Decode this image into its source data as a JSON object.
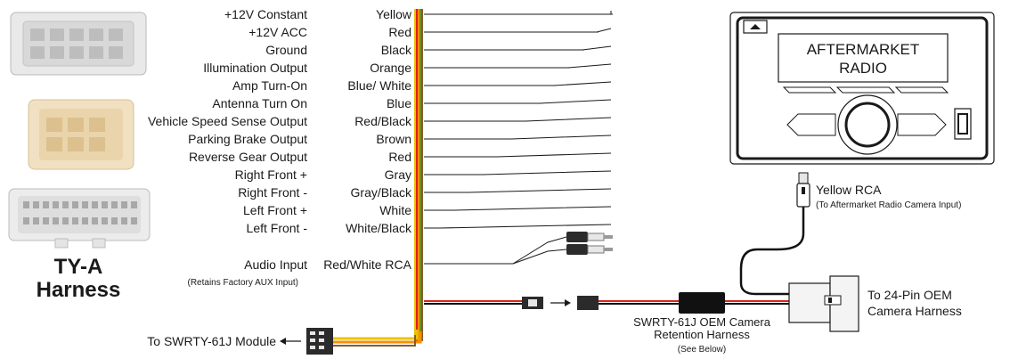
{
  "wires": [
    {
      "function": "+12V Constant",
      "color": "Yellow"
    },
    {
      "function": "+12V ACC",
      "color": "Red"
    },
    {
      "function": "Ground",
      "color": "Black"
    },
    {
      "function": "Illumination Output",
      "color": "Orange"
    },
    {
      "function": "Amp Turn-On",
      "color": "Blue/ White"
    },
    {
      "function": "Antenna Turn On",
      "color": "Blue"
    },
    {
      "function": "Vehicle Speed Sense Output",
      "color": "Red/Black"
    },
    {
      "function": "Parking Brake Output",
      "color": "Brown"
    },
    {
      "function": "Reverse Gear Output",
      "color": "Red"
    },
    {
      "function": "Right Front +",
      "color": "Gray"
    },
    {
      "function": "Right Front -",
      "color": "Gray/Black"
    },
    {
      "function": "Left Front +",
      "color": "White"
    },
    {
      "function": "Left Front -",
      "color": "White/Black"
    }
  ],
  "audio_input": {
    "function": "Audio Input",
    "color": "Red/White RCA",
    "note": "(Retains Factory AUX Input)"
  },
  "harness_name": {
    "line1": "TY-A",
    "line2": "Harness"
  },
  "radio": {
    "line1": "AFTERMARKET",
    "line2": "RADIO"
  },
  "yellow_rca": {
    "label": "Yellow RCA",
    "note": "(To Aftermarket Radio Camera Input)"
  },
  "oem_harness": {
    "line1": "To 24-Pin OEM",
    "line2": "Camera Harness"
  },
  "retention": {
    "line1": "SWRTY-61J OEM Camera",
    "line2": "Retention Harness",
    "note": "(See Below)"
  },
  "module_label": "To SWRTY-61J Module",
  "colors": {
    "yellow": "#e8c400",
    "red": "#e0201a",
    "black": "#111111",
    "orange": "#f39200",
    "wire": "#1a1a1a"
  }
}
